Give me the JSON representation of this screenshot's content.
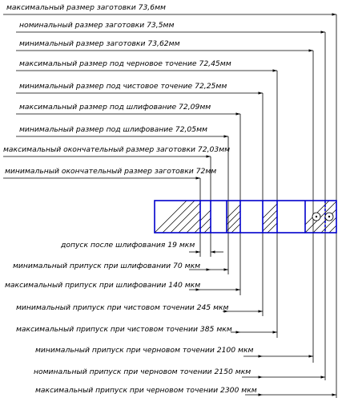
{
  "top_labels": [
    "максимальный размер заготовки 73,6мм",
    "номинальный размер заготовки 73,5мм",
    "минимальный размер заготовки 73,62мм",
    "максимальный размер под черновое точение 72,45мм",
    "минимальный размер под чистовое точение 72,25мм",
    "максимальный размер под шлифование 72,09мм",
    "минимальный размер под шлифование 72,05мм",
    "максимальный окончательный размер заготовки 72,03мм",
    "минимальный окончательный размер заготовки 72мм"
  ],
  "bottom_labels": [
    "допуск после шлифования 19 мкм",
    "минимальный припуск при шлифовании 70 мкм",
    "максимальный припуск при шлифовании 140 мкм",
    "минимальный припуск при чистовом точении 245 мкм",
    "максимальный припуск при чистовом точении 385 мкм",
    "минимальный припуск при черновом точении 2100 мкм",
    "номинальный припуск при черновом точении 2150 мкм",
    "максимальный припуск при черновом точении 2300 мкм"
  ],
  "colors": {
    "part_outline": "#0000cc",
    "lines": "#000000"
  }
}
